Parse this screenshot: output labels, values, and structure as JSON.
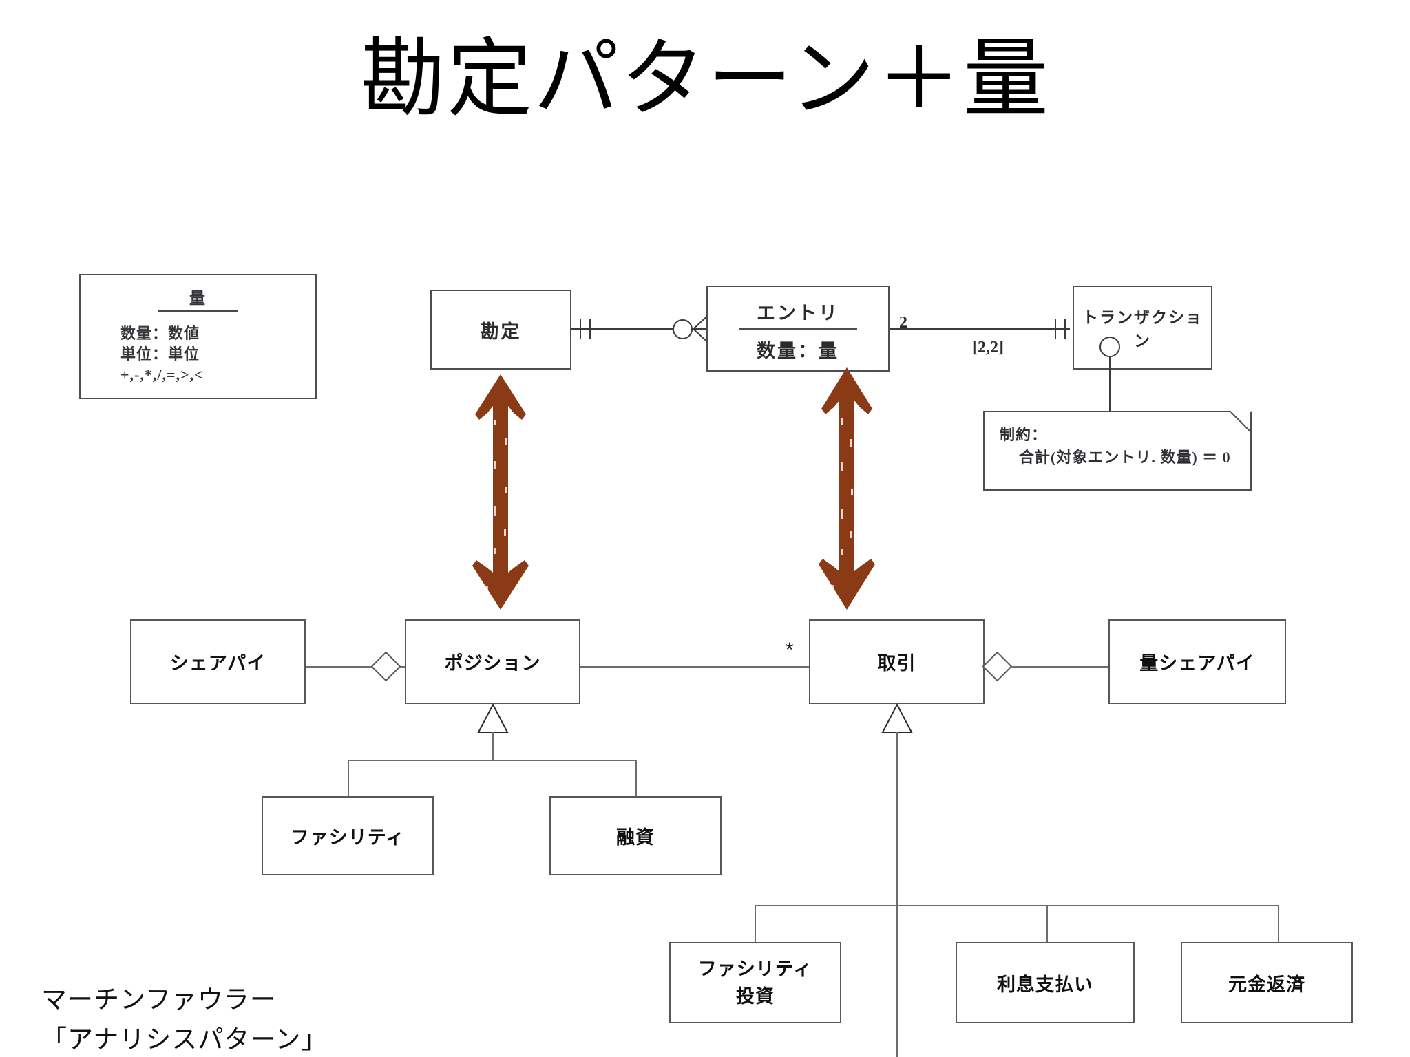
{
  "slide": {
    "title": "勘定パターン＋量",
    "background_color": "#ffffff",
    "accent_color": "#8B3A16",
    "line_color": "#6b6d72"
  },
  "legend": {
    "name": "量",
    "attributes": [
      "数量：数値",
      "単位：単位"
    ],
    "operations": "+,-,*,/,=,>,<"
  },
  "classes": {
    "account": {
      "name": "勘定"
    },
    "entry": {
      "name": "エントリ",
      "attribute": "数量：量"
    },
    "transaction": {
      "name": "トランザクション"
    },
    "share_pie": {
      "name": "シェアパイ"
    },
    "position": {
      "name": "ポジション"
    },
    "trade": {
      "name": "取引"
    },
    "quantity_share_pie": {
      "name": "量シェアパイ"
    },
    "facility": {
      "name": "ファシリティ"
    },
    "loan": {
      "name": "融資"
    },
    "facility_investment_line1": {
      "name": "ファシリティ"
    },
    "facility_investment_line2": {
      "name": "投資"
    },
    "interest_payment": {
      "name": "利息支払い"
    },
    "principal_repayment": {
      "name": "元金返済"
    }
  },
  "note": {
    "title": "制約：",
    "body": "合計(対象エントリ. 数量) ＝ 0"
  },
  "multiplicities": {
    "entry_transaction_count": "2",
    "entry_transaction_range": "[2,2]",
    "position_trade": "*"
  },
  "attribution": {
    "line1": "マーチンファウラー",
    "line2": "「アナリシスパターン」"
  }
}
